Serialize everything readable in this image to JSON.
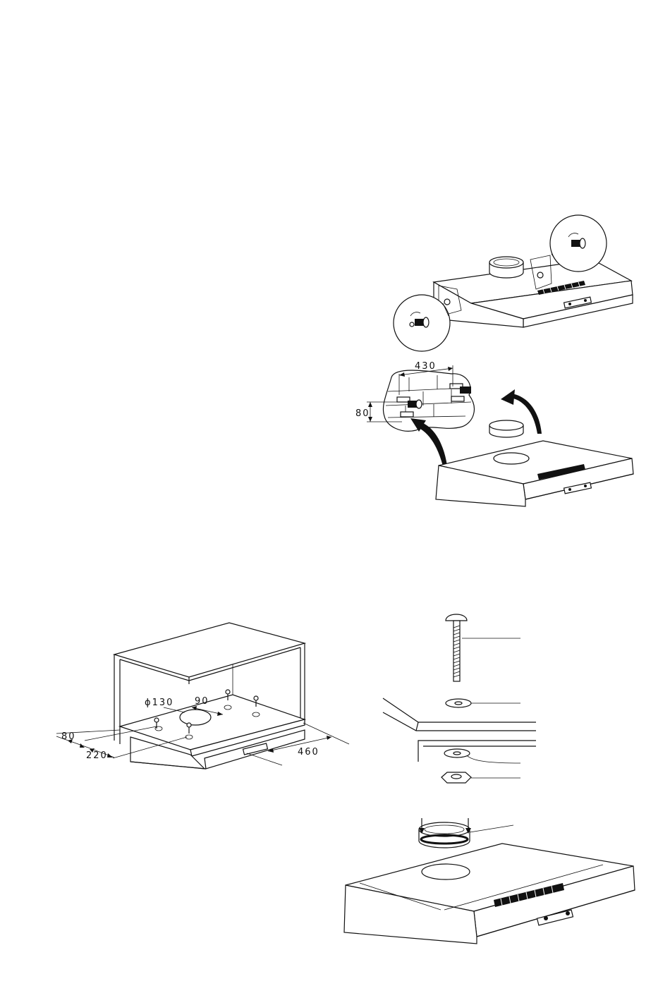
{
  "figures": {
    "wall_mount": {
      "dimensions": {
        "width": "430",
        "height": "80"
      }
    },
    "cabinet_mount": {
      "dimensions": {
        "duct_diameter": "ϕ130",
        "offset_duct": "90",
        "depth_front": "80",
        "depth_holes": "220",
        "width": "460"
      }
    }
  },
  "icons": [
    "screw-detail-icon",
    "rotate-arrow-icon",
    "wall-plug-icon",
    "bolt-icon",
    "washer-icon",
    "hex-nut-icon"
  ],
  "colors": {
    "line": "#111111",
    "background": "#ffffff"
  }
}
